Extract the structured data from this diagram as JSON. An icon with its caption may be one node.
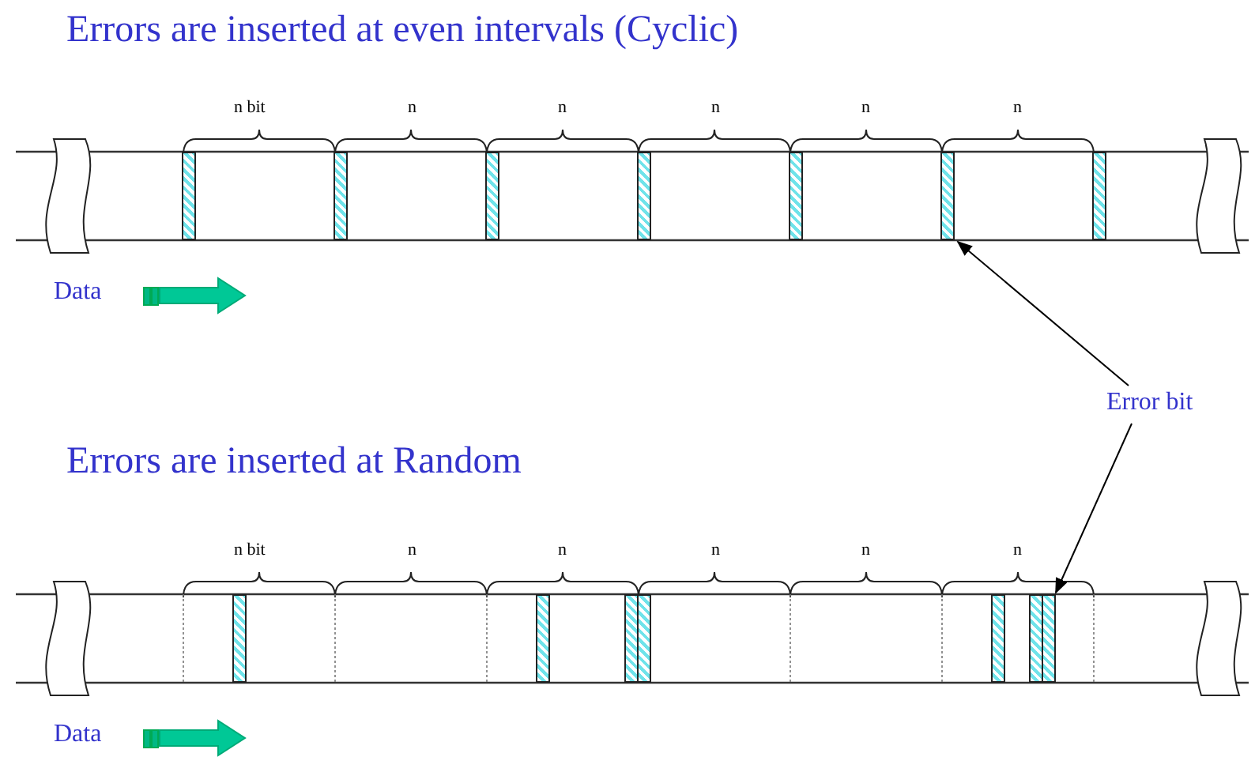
{
  "diagram": {
    "nodes": [
      {
        "text": [
          "Error bit"
        ]
      },
      {
        "text": [],
        "shape": "bar"
      },
      {
        "text": [],
        "shape": "bar"
      }
    ],
    "edges": [
      {
        "from": 0,
        "to": 1,
        "arrow": "to"
      },
      {
        "from": 0,
        "to": 2,
        "arrow": "to"
      }
    ],
    "labels": [
      "Errors are inserted at even intervals (Cyclic)",
      "n bit",
      "n",
      "n",
      "n",
      "n",
      "n",
      "Data",
      "Errors are inserted at Random",
      "n bit",
      "n",
      "n",
      "n",
      "n",
      "n",
      "Data"
    ]
  }
}
